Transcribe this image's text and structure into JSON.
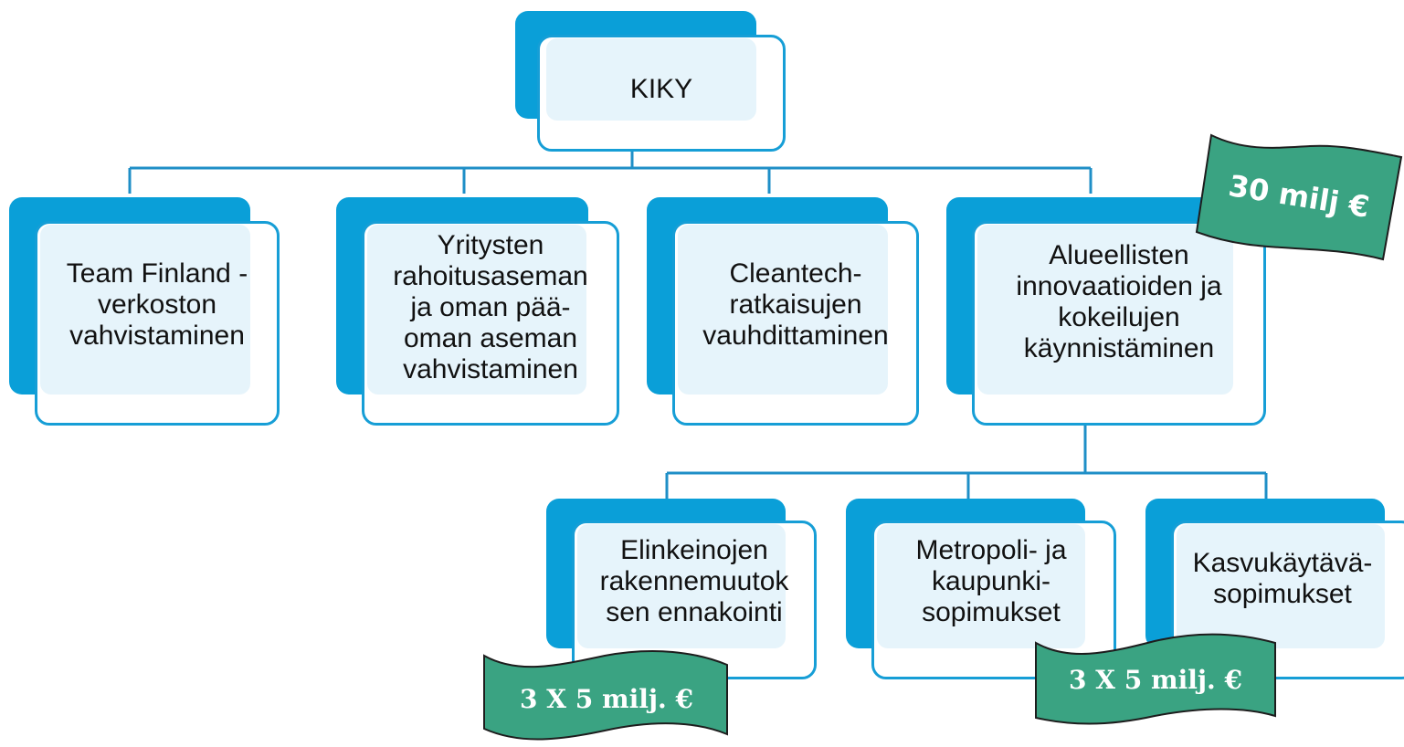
{
  "root": {
    "label": "KIKY"
  },
  "level1": [
    {
      "label": "Team Finland -\nverkoston\nvahvistaminen"
    },
    {
      "label": "Yritysten\nrahoitusaseman\nja oman pää-\noman aseman\nvahvistaminen"
    },
    {
      "label": "Cleantech-\nratkaisujen\nvauhdittaminen"
    },
    {
      "label": "Alueellisten\ninnovaatioiden ja\nkokeilujen\nkäynnistäminen"
    }
  ],
  "level2": [
    {
      "label": "Elinkeinojen\nrakennemuutok\nsen ennakointi"
    },
    {
      "label": "Metropoli- ja\nkaupunki-\nsopimukset"
    },
    {
      "label": "Kasvukäytävä-\nsopimukset"
    }
  ],
  "flags": {
    "top_right": "30 milj €",
    "bottom_left": "3 X 5 milj. €",
    "bottom_right": "3 X 5 milj. €"
  },
  "colors": {
    "node_dark": "#0a9fd8",
    "node_border": "#169ed6",
    "connector": "#1f8fc7",
    "flag_fill": "#3aa382",
    "flag_border": "#1d1d1d"
  }
}
